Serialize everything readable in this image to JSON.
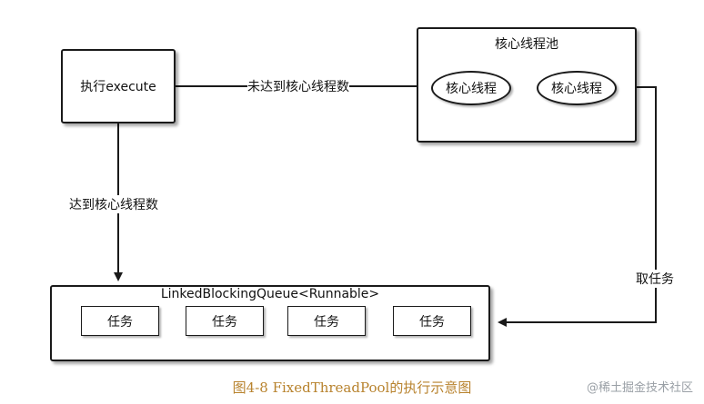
{
  "execute_box": {
    "label": "执行execute"
  },
  "core_pool": {
    "title": "核心线程池",
    "threads": [
      "核心线程",
      "核心线程"
    ]
  },
  "queue": {
    "title": "LinkedBlockingQueue<Runnable>",
    "tasks": [
      "任务",
      "任务",
      "任务",
      "任务"
    ]
  },
  "edges": {
    "not_reached": "未达到核心线程数",
    "reached": "达到核心线程数",
    "take_task": "取任务"
  },
  "caption": "图4-8 FixedThreadPool的执行示意图",
  "watermark": "@稀土掘金技术社区"
}
